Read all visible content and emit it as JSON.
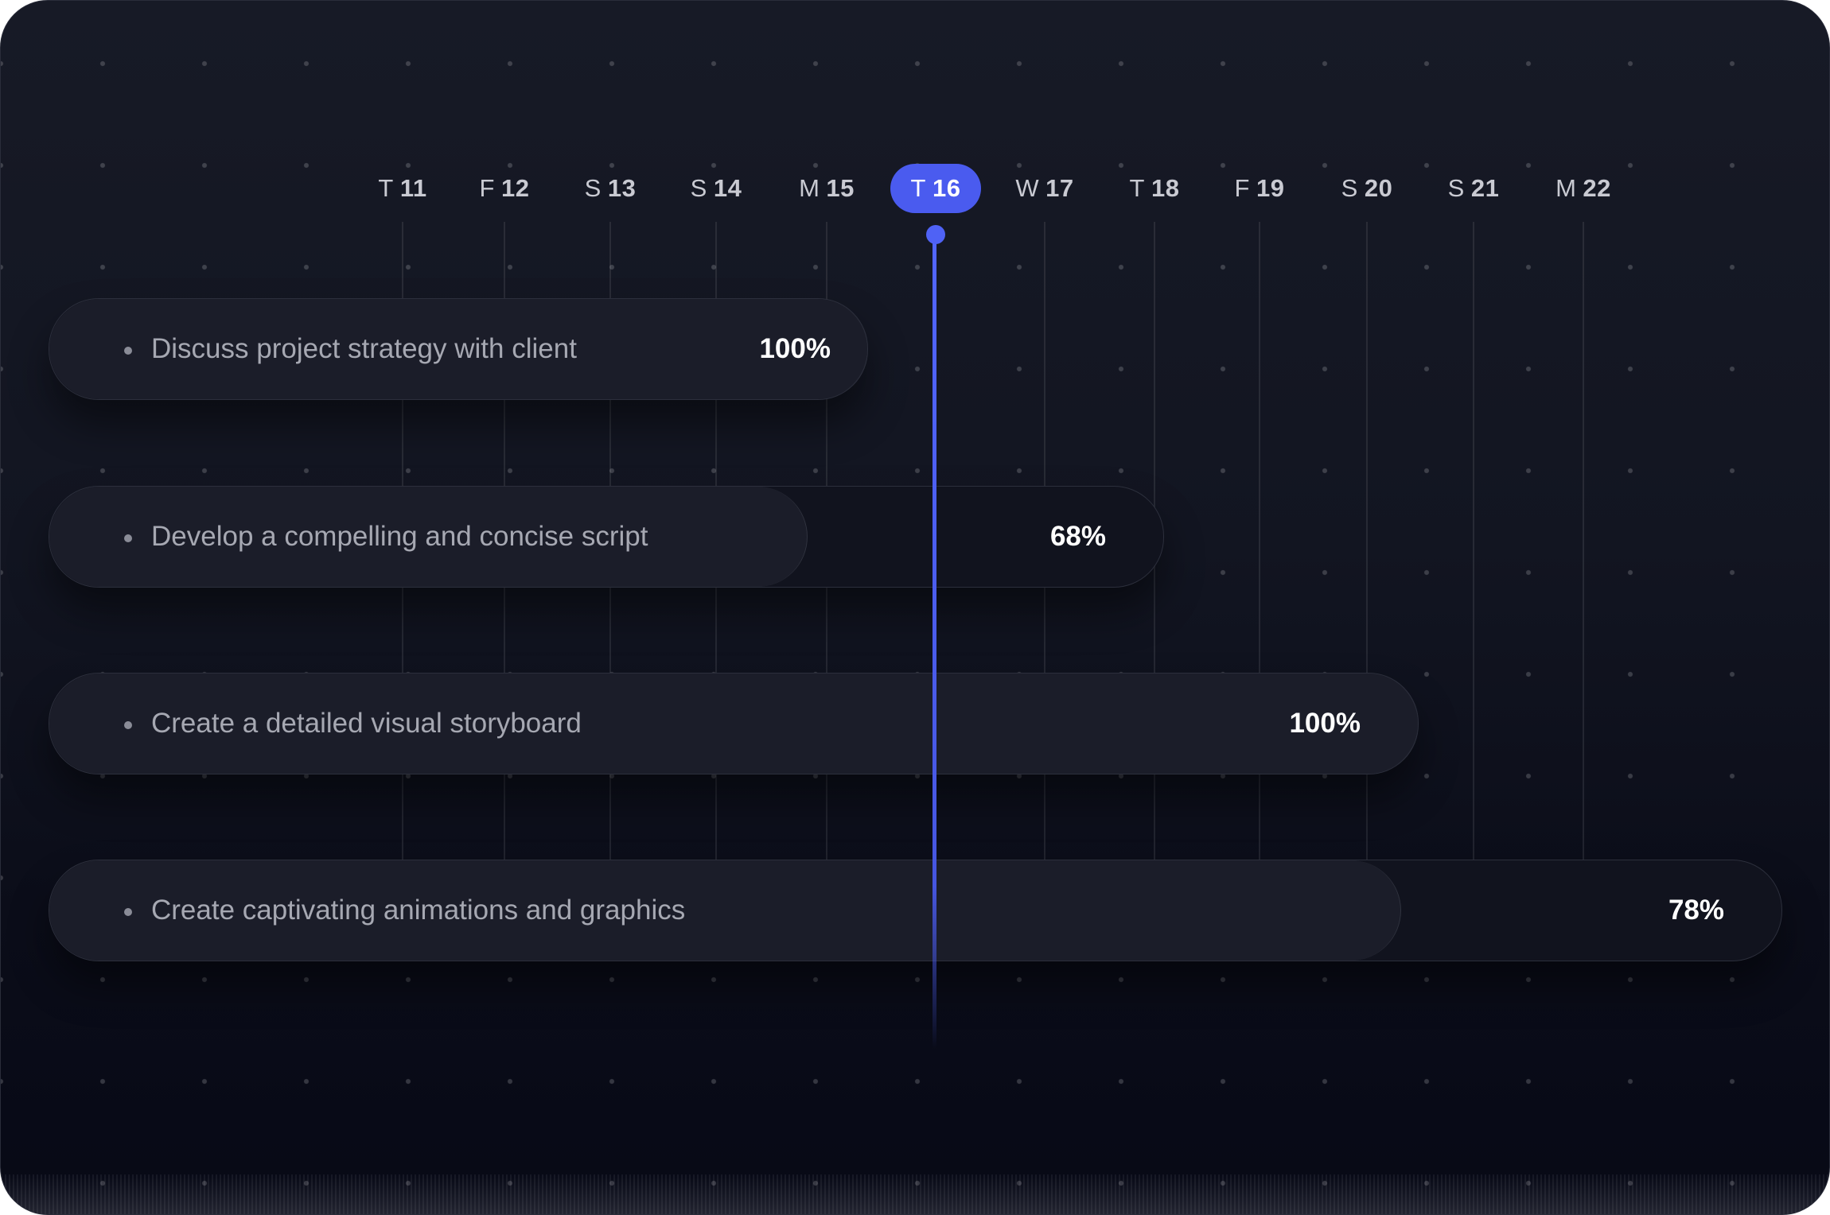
{
  "timeline": {
    "days": [
      {
        "dow": "T",
        "num": "11"
      },
      {
        "dow": "F",
        "num": "12"
      },
      {
        "dow": "S",
        "num": "13"
      },
      {
        "dow": "S",
        "num": "14"
      },
      {
        "dow": "M",
        "num": "15"
      },
      {
        "dow": "T",
        "num": "16"
      },
      {
        "dow": "W",
        "num": "17"
      },
      {
        "dow": "T",
        "num": "18"
      },
      {
        "dow": "F",
        "num": "19"
      },
      {
        "dow": "S",
        "num": "20"
      },
      {
        "dow": "S",
        "num": "21"
      },
      {
        "dow": "M",
        "num": "22"
      }
    ],
    "today_index": 5
  },
  "tasks": [
    {
      "label": "Discuss project strategy with client",
      "percent_label": "100%",
      "progress": 1.0
    },
    {
      "label": "Develop a compelling and concise script",
      "percent_label": "68%",
      "progress": 0.68
    },
    {
      "label": "Create a detailed visual storyboard",
      "percent_label": "100%",
      "progress": 1.0
    },
    {
      "label": "Create captivating animations and graphics",
      "percent_label": "78%",
      "progress": 0.78
    }
  ],
  "colors": {
    "accent": "#4a5bef",
    "background": "#121521",
    "bar": "#1b1d29"
  }
}
